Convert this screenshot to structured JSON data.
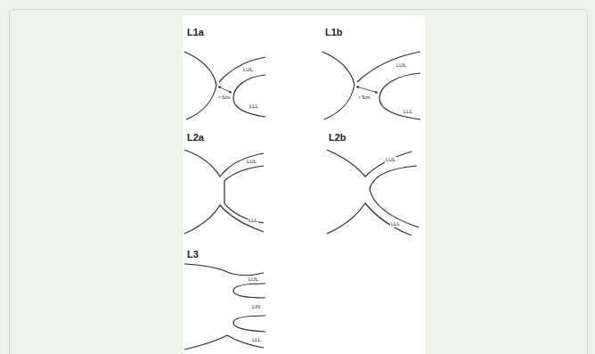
{
  "diagram": {
    "labels": [
      "L1a",
      "LUL",
      "LLL",
      "< 5cm",
      "L1b",
      "LUL",
      "LLL",
      "> 5cm",
      "L2a",
      "LUL",
      "LLL",
      "L2b",
      "LUL",
      "LLL",
      "L3",
      "LUL",
      "LIN",
      "LLL"
    ]
  }
}
